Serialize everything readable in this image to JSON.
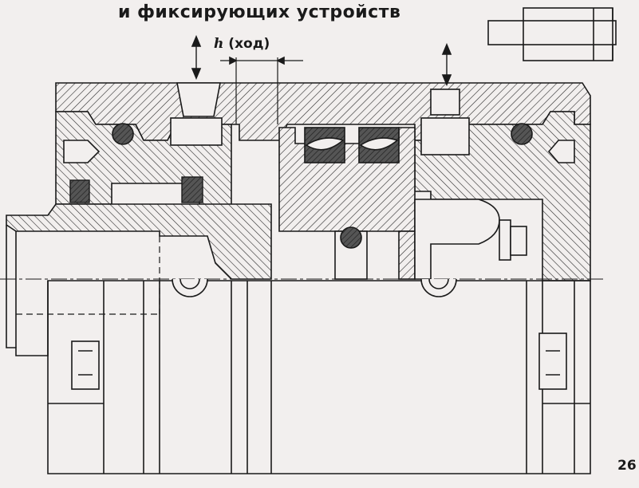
{
  "page": {
    "heading": "и фиксирующих устройств",
    "page_number": "26"
  },
  "drawing": {
    "stroke_label_h": "h",
    "stroke_label_text": "(ход)"
  },
  "colors": {
    "paper": "#f2efee",
    "line": "#1a1a1a",
    "seal": "#4a4a4a",
    "hatch": "#2a2a2a"
  }
}
